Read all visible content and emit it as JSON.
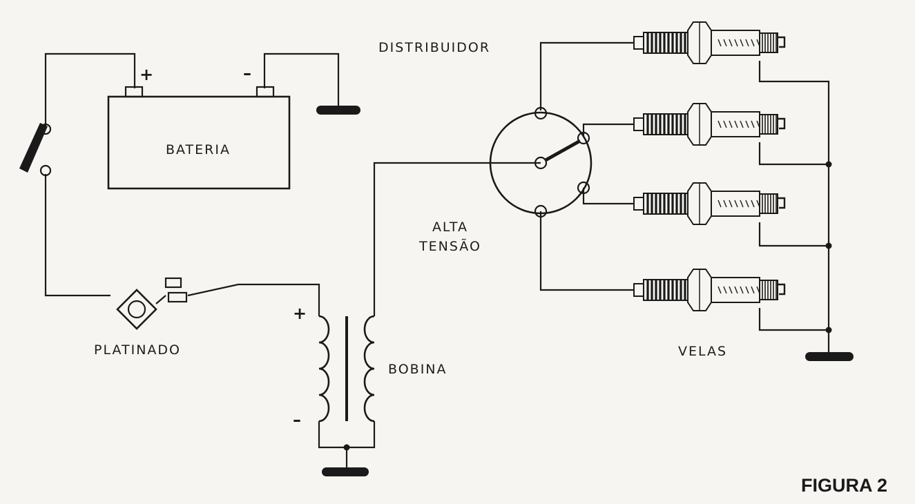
{
  "diagram": {
    "labels": {
      "distribuidor": "DISTRIBUIDOR",
      "bateria": "BATERIA",
      "bateria_plus": "+",
      "bateria_minus": "–",
      "alta": "ALTA",
      "tensao": "TENSÃO",
      "platinado": "PLATINADO",
      "bobina": "BOBINA",
      "bobina_plus": "+",
      "bobina_minus": "–",
      "velas": "VELAS"
    },
    "figure_caption": "FIGURA 2"
  }
}
